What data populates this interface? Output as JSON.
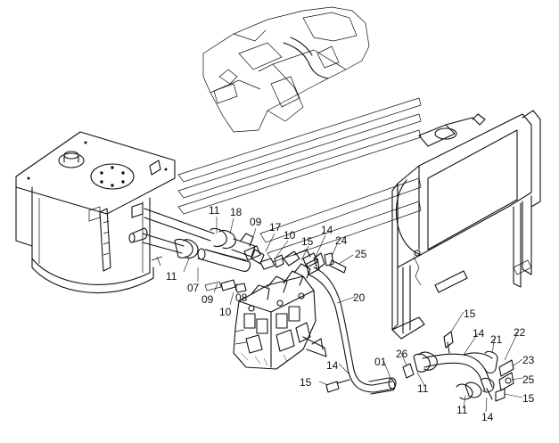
{
  "callouts": [
    {
      "id": "c1",
      "text": "11"
    },
    {
      "id": "c2",
      "text": "18"
    },
    {
      "id": "c3",
      "text": "09"
    },
    {
      "id": "c4",
      "text": "17"
    },
    {
      "id": "c5",
      "text": "10"
    },
    {
      "id": "c6",
      "text": "14"
    },
    {
      "id": "c7",
      "text": "15"
    },
    {
      "id": "c8",
      "text": "24"
    },
    {
      "id": "c9",
      "text": "25"
    },
    {
      "id": "c10",
      "text": "11"
    },
    {
      "id": "c11",
      "text": "07"
    },
    {
      "id": "c12",
      "text": "09"
    },
    {
      "id": "c13",
      "text": "08"
    },
    {
      "id": "c14",
      "text": "10"
    },
    {
      "id": "c15",
      "text": "20"
    },
    {
      "id": "c16",
      "text": "15"
    },
    {
      "id": "c17",
      "text": "14"
    },
    {
      "id": "c18",
      "text": "21"
    },
    {
      "id": "c19",
      "text": "22"
    },
    {
      "id": "c20",
      "text": "26"
    },
    {
      "id": "c21",
      "text": "01"
    },
    {
      "id": "c22",
      "text": "14"
    },
    {
      "id": "c23",
      "text": "23"
    },
    {
      "id": "c24",
      "text": "25"
    },
    {
      "id": "c25",
      "text": "15"
    },
    {
      "id": "c26",
      "text": "15"
    },
    {
      "id": "c27",
      "text": "11"
    },
    {
      "id": "c28",
      "text": "14"
    },
    {
      "id": "c29",
      "text": "11"
    }
  ]
}
